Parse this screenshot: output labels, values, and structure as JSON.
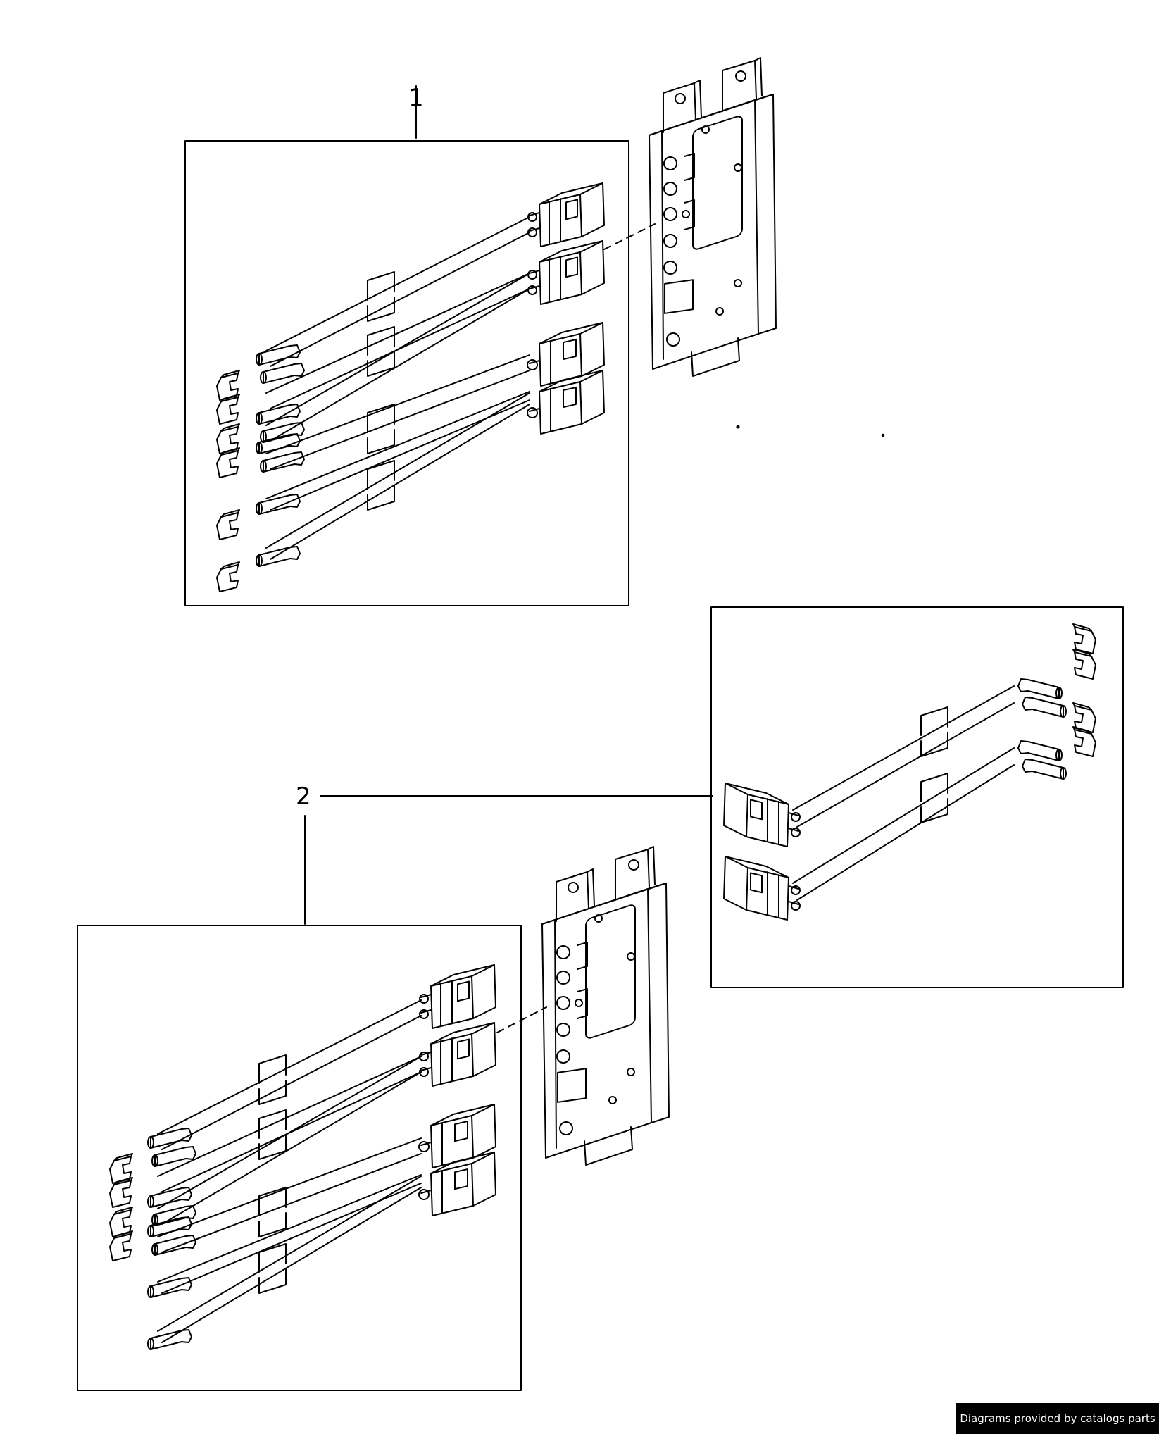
{
  "diagram": {
    "callouts": [
      {
        "id": "1",
        "label": "1"
      },
      {
        "id": "2",
        "label": "2"
      }
    ],
    "colors": {
      "line": "#000000",
      "background": "#ffffff",
      "credit_bg": "#000000",
      "credit_text": "#ffffff"
    }
  },
  "footer": {
    "credit": "Diagrams provided by catalogs parts"
  }
}
